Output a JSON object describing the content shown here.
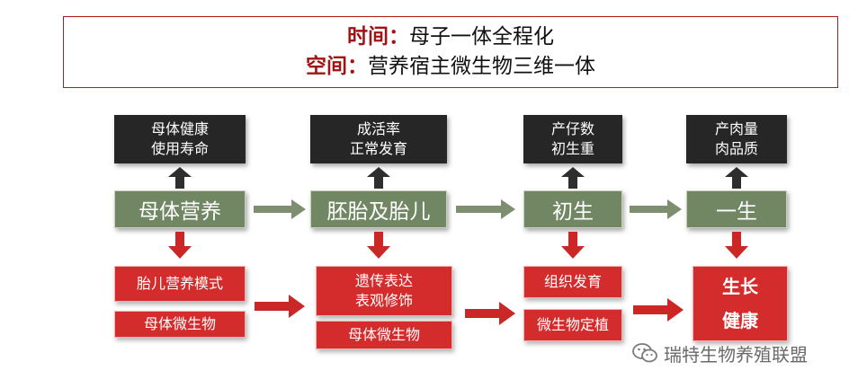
{
  "header": {
    "line1": {
      "label": "时间：",
      "text": "母子一体全程化"
    },
    "line2": {
      "label": "空间：",
      "text": "营养宿主微生物三维一体"
    }
  },
  "outcomes": [
    {
      "line1": "母体健康",
      "line2": "使用寿命"
    },
    {
      "line1": "成活率",
      "line2": "正常发育"
    },
    {
      "line1": "产仔数",
      "line2": "初生重"
    },
    {
      "line1": "产肉量",
      "line2": "肉品质"
    }
  ],
  "stages": [
    "母体营养",
    "胚胎及胎儿",
    "初生",
    "一生"
  ],
  "factors": {
    "col1": [
      "胎儿营养模式",
      "母体微生物"
    ],
    "col2_top": [
      "遗传表达",
      "表观修饰"
    ],
    "col2_bottom": "母体微生物",
    "col3": [
      "组织发育",
      "微生物定植"
    ],
    "col4": [
      "生长",
      "健康"
    ]
  },
  "watermark": {
    "text": "瑞特生物养殖联盟",
    "icon": "wechat-icon"
  },
  "colors": {
    "header_label": "#9e1414",
    "header_border": "#b01c1c",
    "dark_box": "#262626",
    "stage_box": "#718763",
    "red_box": "#d42c2c",
    "green_arrow": "#7d8f6e",
    "red_arrow": "#cc2727"
  }
}
